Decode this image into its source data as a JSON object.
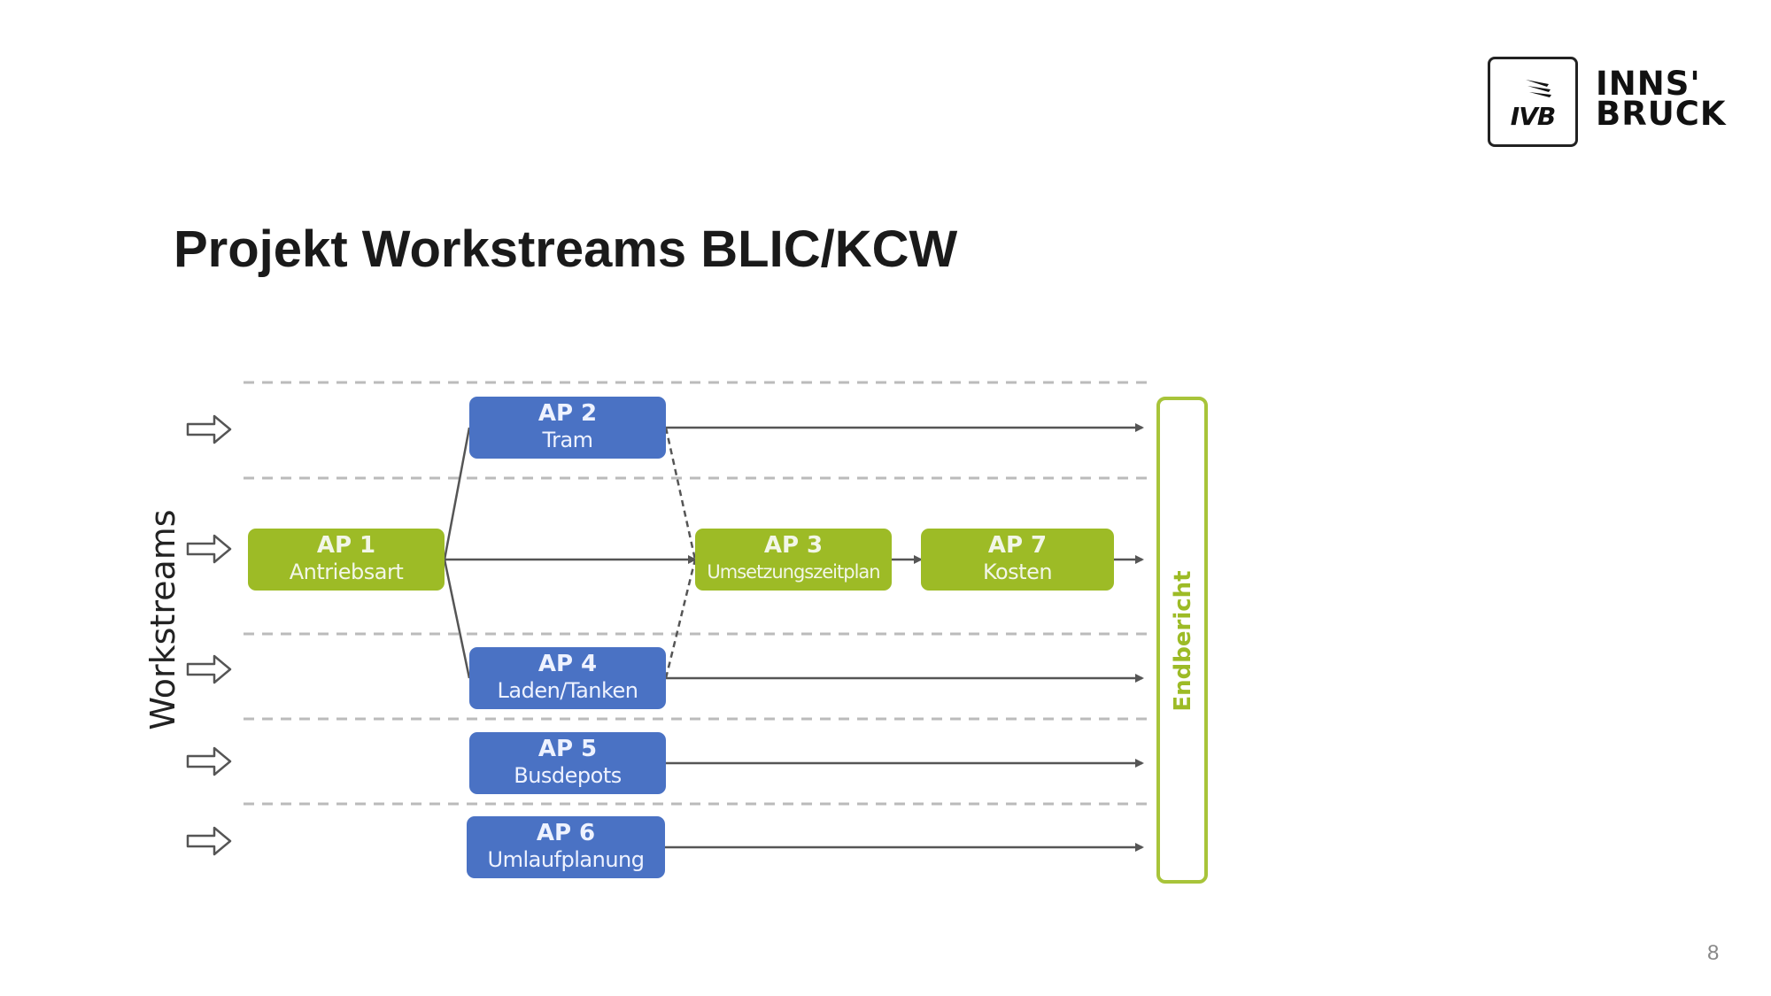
{
  "logo": {
    "ivb_text": "IVB",
    "city_line1": "INNS'",
    "city_line2": "BRUCK"
  },
  "title": "Projekt Workstreams BLIC/KCW",
  "page_number": "8",
  "diagram": {
    "axis_label": "Workstreams",
    "lane_count": 5,
    "lane_arrow_icon": "double-outline-right-arrow",
    "nodes": [
      {
        "id": "ap2",
        "code": "AP 2",
        "name": "Tram",
        "color": "blue",
        "lane": 1
      },
      {
        "id": "ap1",
        "code": "AP 1",
        "name": "Antriebsart",
        "color": "green",
        "lane": 2
      },
      {
        "id": "ap3",
        "code": "AP 3",
        "name": "Umsetzungszeitplan",
        "color": "green",
        "lane": 2
      },
      {
        "id": "ap7",
        "code": "AP 7",
        "name": "Kosten",
        "color": "green",
        "lane": 2
      },
      {
        "id": "ap4",
        "code": "AP 4",
        "name": "Laden/Tanken",
        "color": "blue",
        "lane": 3
      },
      {
        "id": "ap5",
        "code": "AP 5",
        "name": "Busdepots",
        "color": "blue",
        "lane": 4
      },
      {
        "id": "ap6",
        "code": "AP 6",
        "name": "Umlaufplanung",
        "color": "blue",
        "lane": 5
      }
    ],
    "edges": [
      {
        "from": "ap1",
        "to": "ap2",
        "style": "solid"
      },
      {
        "from": "ap1",
        "to": "ap4",
        "style": "solid"
      },
      {
        "from": "ap1",
        "to": "ap3",
        "style": "solid",
        "arrow": true
      },
      {
        "from": "ap2",
        "to": "ap3",
        "style": "dashed"
      },
      {
        "from": "ap4",
        "to": "ap3",
        "style": "dashed"
      },
      {
        "from": "ap3",
        "to": "ap7",
        "style": "solid",
        "arrow": true
      },
      {
        "from": "ap7",
        "to": "endbericht",
        "style": "solid",
        "arrow": true
      },
      {
        "from": "ap2",
        "to": "endbericht",
        "style": "solid",
        "arrow": true
      },
      {
        "from": "ap4",
        "to": "endbericht",
        "style": "solid",
        "arrow": true
      },
      {
        "from": "ap5",
        "to": "endbericht",
        "style": "solid",
        "arrow": true
      },
      {
        "from": "ap6",
        "to": "endbericht",
        "style": "solid",
        "arrow": true
      }
    ],
    "end_node": {
      "id": "endbericht",
      "label": "Endbericht",
      "color": "#9dbb26"
    },
    "colors": {
      "blue": "#4a72c4",
      "green": "#9dbb26",
      "connector": "#555555",
      "divider": "#bbbbbb"
    }
  }
}
